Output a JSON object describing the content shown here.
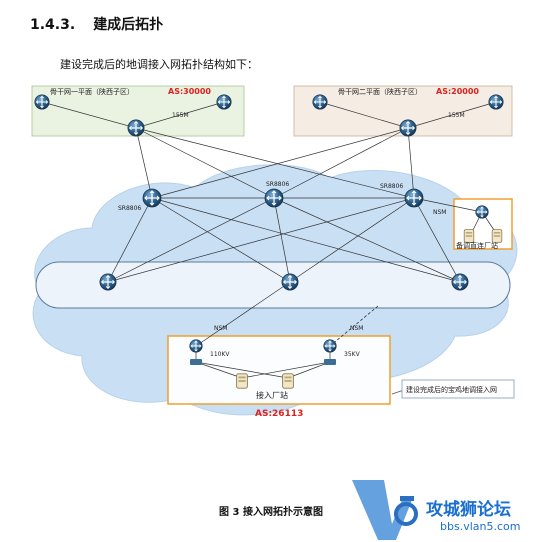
{
  "section": {
    "number": "1.4.3.",
    "title": "建成后拓扑"
  },
  "intro": "建设完成后的地调接入网拓扑结构如下：",
  "figure_caption": "图 3 接入网拓扑示意图",
  "plane1": {
    "label": "骨干网一平面（陕西子区）",
    "as_label": "AS:30000",
    "link_label": "155M"
  },
  "plane2": {
    "label": "骨干网二平面（陕西子区）",
    "as_label": "AS:20000",
    "link_label": "155M"
  },
  "node_labels": {
    "core_left": "SR8806",
    "core_mid": "SR8806",
    "core_right": "SR8806",
    "backup_site": "备调直连厂站",
    "access_site": "接入厂站"
  },
  "link_labels": {
    "nsm_right": "NSM",
    "nsm_left": "NSM",
    "nsm_dashed": "NSM"
  },
  "voltage_labels": {
    "left": "110KV",
    "right": "35KV"
  },
  "as_bottom": "AS:26113",
  "callout": "建设完成后的宝鸡地调接入网",
  "watermark": {
    "title": "攻城狮论坛",
    "url": "bbs.vlan5.com"
  },
  "colors": {
    "as_red": "#e0201c",
    "cloud_blue": "#c9dff4",
    "plane1_fill": "#eaf3e2",
    "plane2_fill": "#f5ece4",
    "orange_box": "#f0a030",
    "router_blue": "#2c5f8a"
  }
}
